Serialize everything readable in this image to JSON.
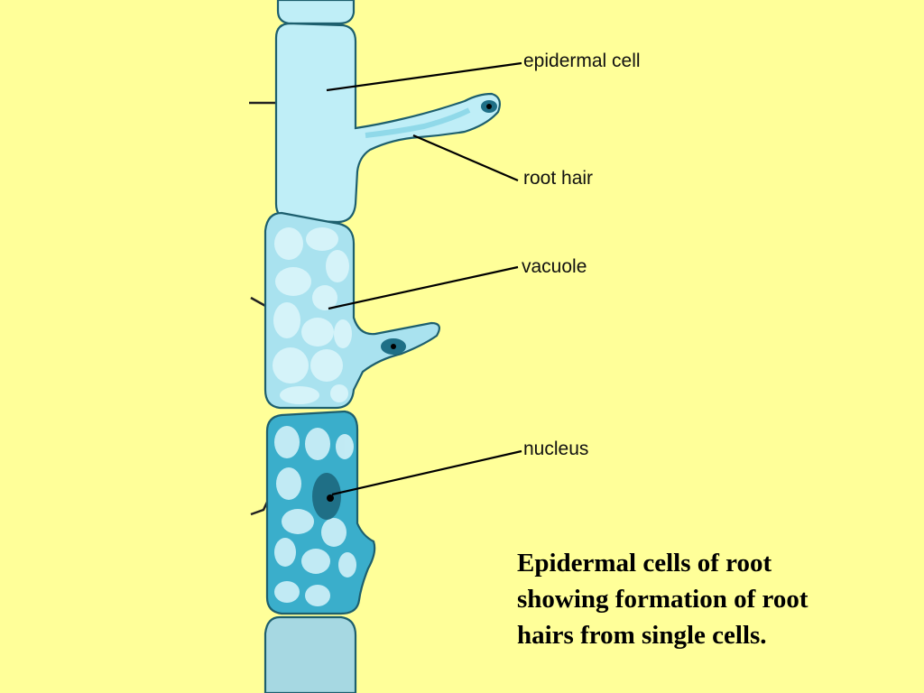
{
  "labels": {
    "epidermal_cell": "epidermal cell",
    "root_hair": "root hair",
    "vacuole": "vacuole",
    "nucleus": "nucleus"
  },
  "caption": {
    "line1": "Epidermal cells of root",
    "line2": "showing formation of root",
    "line3": "hairs from single cells."
  },
  "colors": {
    "background": "#ffff99",
    "cell_light": "#bfeef7",
    "cell_mid": "#8dd8ea",
    "cell_dark": "#3aaecb",
    "nucleus": "#1f6f86"
  }
}
